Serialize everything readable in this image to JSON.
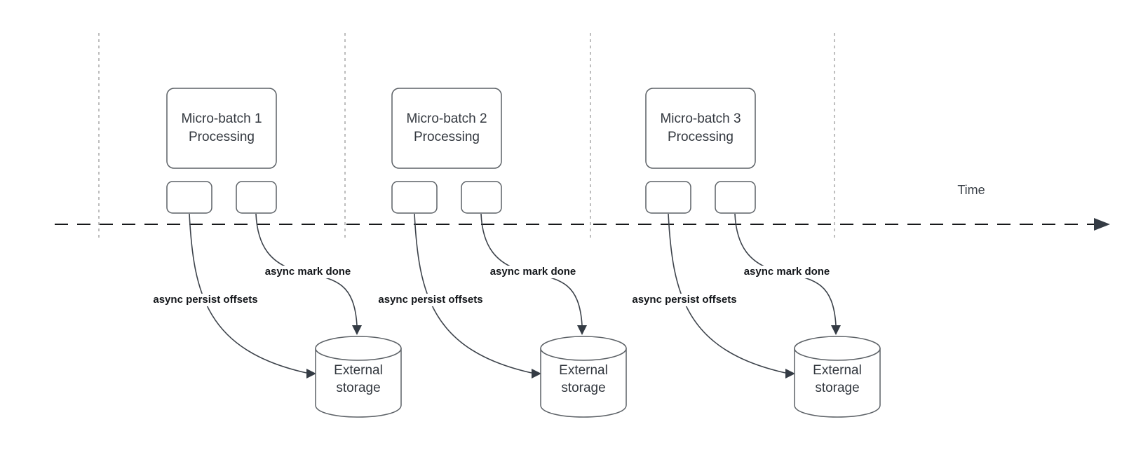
{
  "timeline": {
    "label": "Time"
  },
  "groups": [
    {
      "box_line1": "Micro-batch 1",
      "box_line2": "Processing",
      "persist_label": "async persist offsets",
      "done_label": "async mark done",
      "storage_line1": "External",
      "storage_line2": "storage"
    },
    {
      "box_line1": "Micro-batch 2",
      "box_line2": "Processing",
      "persist_label": "async persist offsets",
      "done_label": "async mark done",
      "storage_line1": "External",
      "storage_line2": "storage"
    },
    {
      "box_line1": "Micro-batch 3",
      "box_line2": "Processing",
      "persist_label": "async persist offsets",
      "done_label": "async mark done",
      "storage_line1": "External",
      "storage_line2": "storage"
    }
  ],
  "colors": {
    "gridline": "#a3a3a3",
    "timeline": "#17181a",
    "shape_stroke": "#5c6166",
    "arrow": "#3c424a",
    "arrowhead": "#343b44",
    "label_text": "#14171b",
    "shape_text": "#33383f"
  }
}
